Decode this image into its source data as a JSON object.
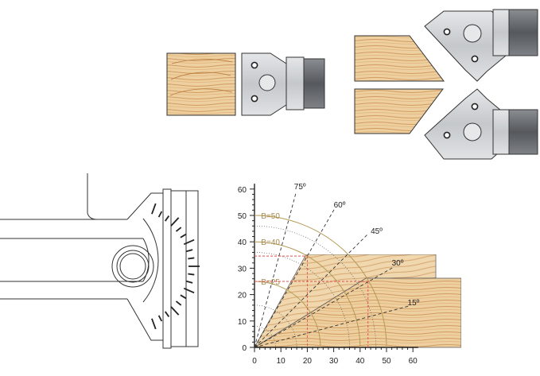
{
  "diagram": {
    "angle_labels": [
      "75º",
      "60º",
      "45º",
      "30º",
      "15º"
    ],
    "b_labels": [
      "B=50",
      "B=40",
      "B=25"
    ],
    "x_ticks": [
      "0",
      "10",
      "20",
      "30",
      "40",
      "50",
      "60"
    ],
    "y_ticks": [
      "0",
      "10",
      "20",
      "30",
      "40",
      "50",
      "60"
    ],
    "colors": {
      "wood_light": "#eecfa0",
      "wood_grain": "#c98f4f",
      "steel": "#c9cccf",
      "steel_dark": "#6b6e72",
      "arc_color": "#b59a55",
      "guide_red": "#e05050"
    }
  }
}
